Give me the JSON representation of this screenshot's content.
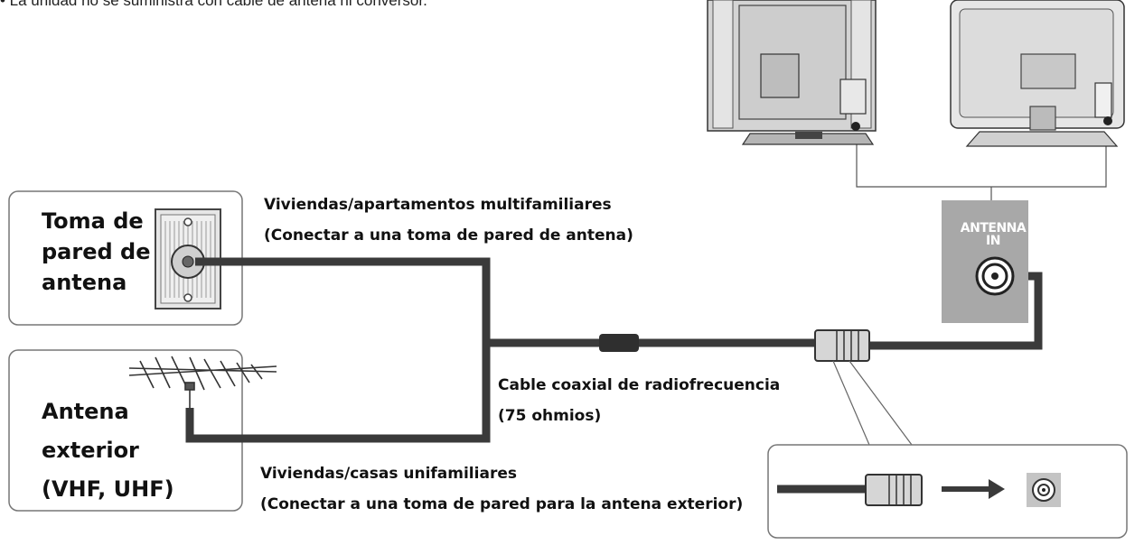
{
  "top_note": "• La unidad no se suministra con cable de antena ni conversor.",
  "wall_outlet": {
    "line1": "Toma de",
    "line2": "pared de",
    "line3": "antena"
  },
  "outdoor_antenna": {
    "line1": "Antena",
    "line2": "exterior",
    "line3": "(VHF, UHF)"
  },
  "multifamily": {
    "line1": "Viviendas/apartamentos multifamiliares",
    "line2": "(Conectar a una toma de pared de antena)"
  },
  "single_family": {
    "line1": "Viviendas/casas unifamiliares",
    "line2": "(Conectar a una toma de pared para la antena exterior)"
  },
  "cable": {
    "line1": "Cable coaxial de radiofrecuencia",
    "line2": "(75 ohmios)"
  },
  "antenna_jack": {
    "line1": "ANTENNA",
    "line2": "IN"
  },
  "colors": {
    "cable": "#3a3a3a",
    "jack_panel": "#a8a8a8",
    "tv_fill": "#dcdcdc",
    "box_border": "#777777"
  }
}
